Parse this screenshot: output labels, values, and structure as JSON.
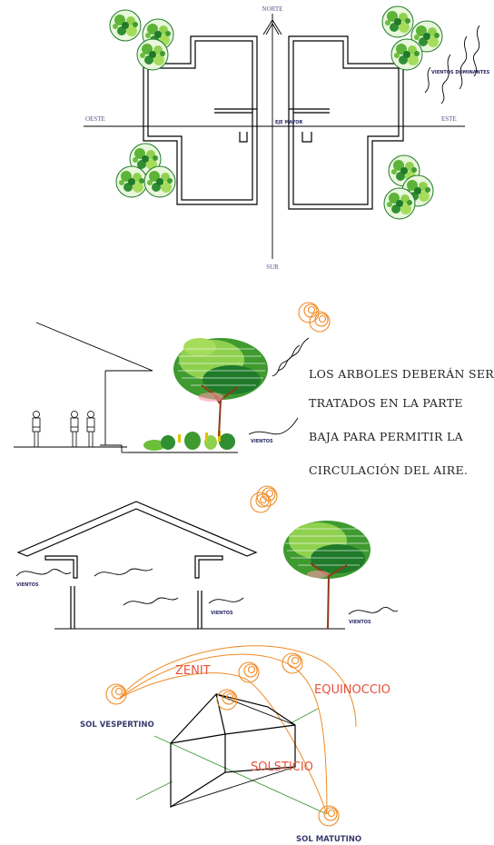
{
  "plan": {
    "north": "NORTE",
    "south": "SUR",
    "west": "OESTE",
    "east": "ESTE",
    "major_axis": "EJE MAYOR",
    "prevailing_winds": "VIENTOS DOMINANTES"
  },
  "section_trees": {
    "winds": "VIENTOS",
    "note_lines": [
      "LOS ARBOLES DEBERÁN SER",
      "TRATADOS EN LA PARTE",
      "BAJA PARA PERMITIR LA",
      "CIRCULACIÓN DEL AIRE."
    ]
  },
  "section_house": {
    "wind_left": "VIENTOS",
    "wind_mid": "VIENTOS",
    "wind_right": "VIENTOS"
  },
  "sun_path": {
    "zenith": "ZENIT",
    "equinox": "EQUINOCCIO",
    "solstice": "SOLSTICIO",
    "evening_sun": "SOL VESPERTINO",
    "morning_sun": "SOL MATUTINO"
  },
  "colors": {
    "sun": "#f08a24",
    "tree_dark": "#1f7a2a",
    "tree_light": "#8fd14f",
    "trunk": "#8b3a1a",
    "label_blue": "#55558a",
    "label_red": "#e8503a"
  }
}
